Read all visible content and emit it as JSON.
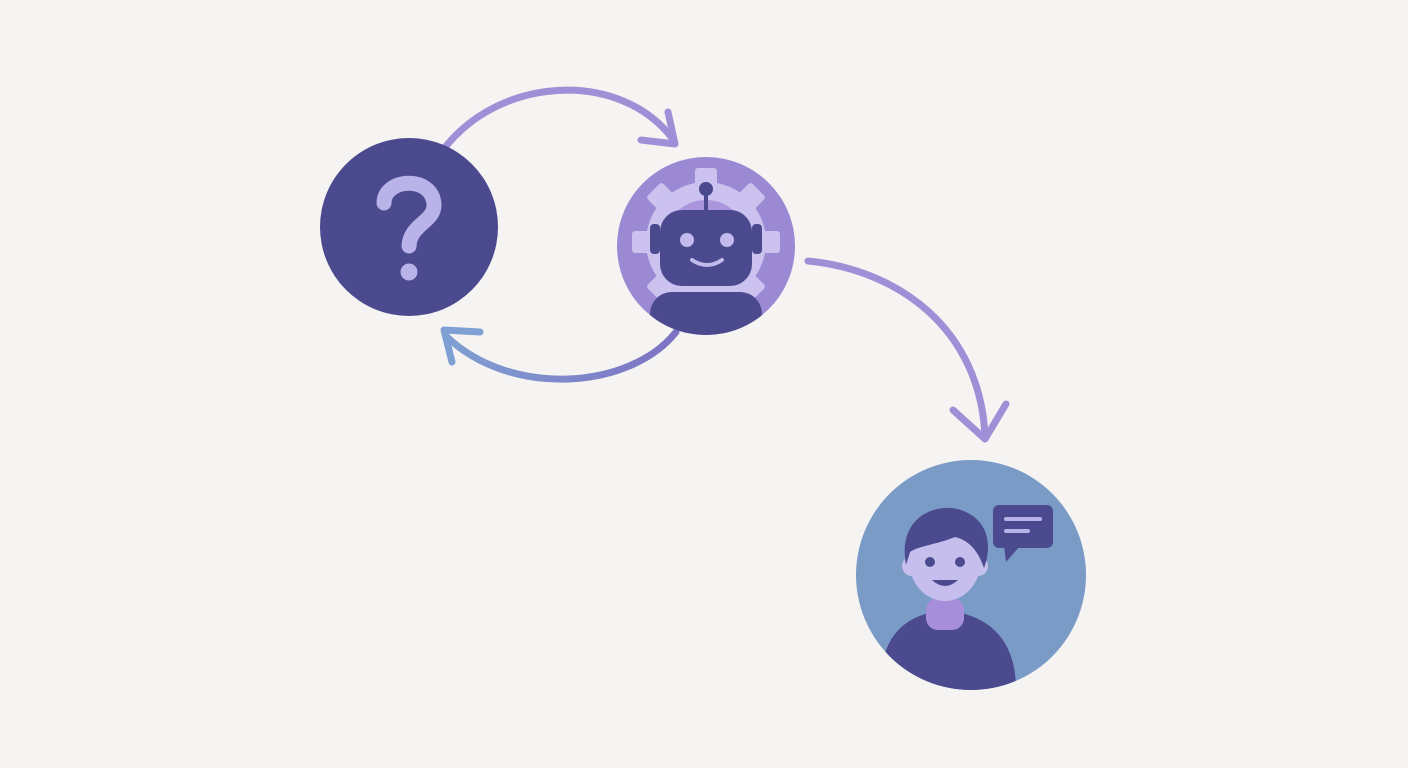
{
  "diagram": {
    "background": "#f5f4f2",
    "nodes": [
      {
        "id": "question",
        "icon": "question-mark-icon",
        "fill": "#4b4a8f",
        "accent": "#b9b3ea"
      },
      {
        "id": "assistant",
        "icon": "robot-gear-icon",
        "fill": "#9c89d4",
        "accent": "#4b4a8f"
      },
      {
        "id": "person",
        "icon": "person-speech-icon",
        "fill": "#7b9bc7",
        "accent": "#4b4a8f"
      }
    ],
    "edges": [
      {
        "from": "question",
        "to": "assistant",
        "color": "#a08fd6"
      },
      {
        "from": "assistant",
        "to": "question",
        "color": "#7f9bd0"
      },
      {
        "from": "assistant",
        "to": "person",
        "color": "#a08fd6"
      }
    ]
  }
}
